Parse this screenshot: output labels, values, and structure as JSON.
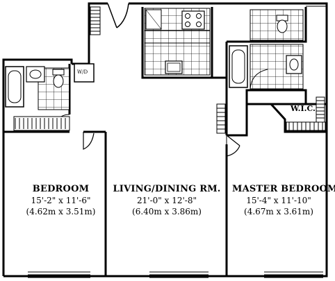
{
  "rooms": [
    {
      "name": "BEDROOM",
      "dim_imperial": "15'-2\" x 11'-6\"",
      "dim_metric": "(4.62m x 3.51m)"
    },
    {
      "name": "LIVING/DINING RM.",
      "dim_imperial": "21'-0\" x 12'-8\"",
      "dim_metric": "(6.40m x 3.86m)"
    },
    {
      "name": "MASTER BEDROOM",
      "dim_imperial": "15'-4\" x 11'-10\"",
      "dim_metric": "(4.67m x 3.61m)"
    }
  ],
  "labels": {
    "washer_dryer": "W/D",
    "walk_in_closet": "W.I.C."
  }
}
